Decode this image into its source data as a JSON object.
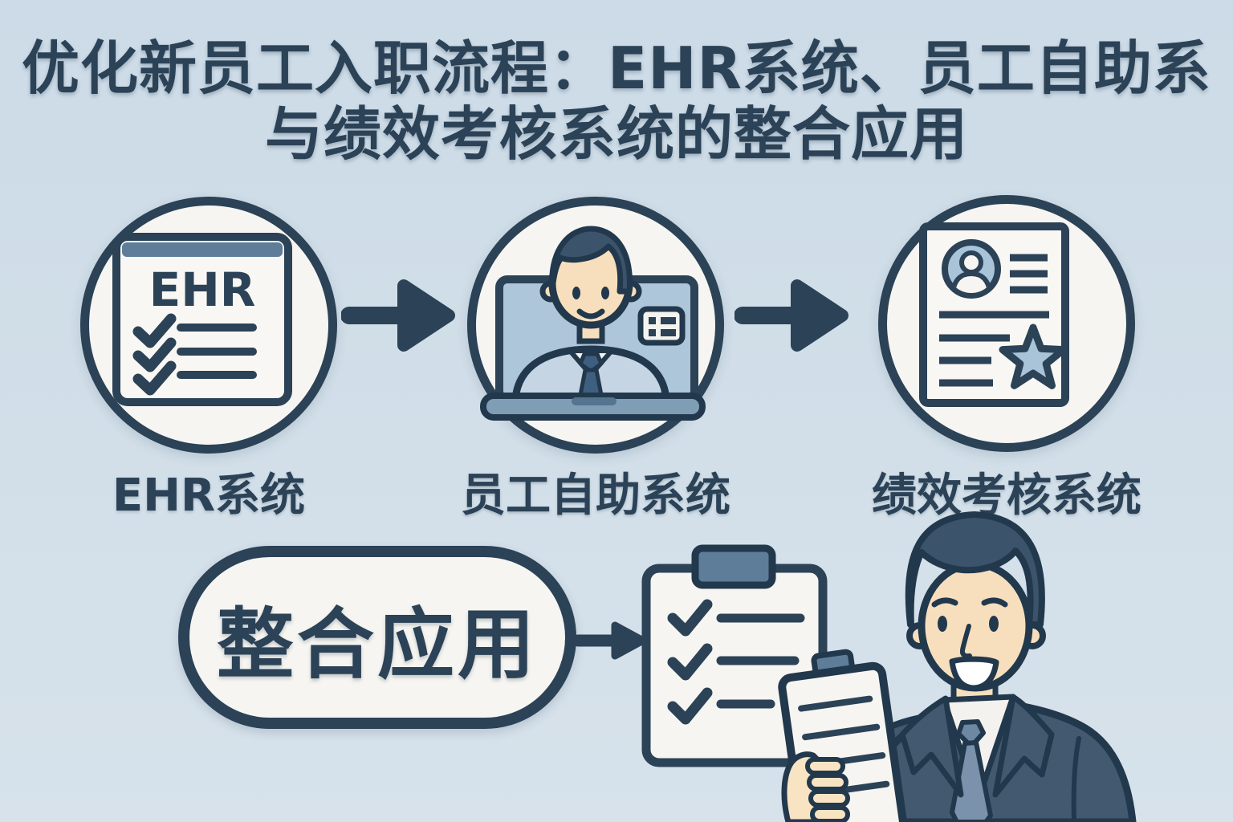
{
  "title": {
    "line1": "优化新员工入职流程：EHR系统、员工自助系",
    "line2": "与绩效考核系统的整合应用"
  },
  "flow": {
    "steps": [
      {
        "label": "EHR系统",
        "icon": "ehr-window-checklist-icon",
        "icon_text": "EHR"
      },
      {
        "label": "员工自助系统",
        "icon": "employee-laptop-icon"
      },
      {
        "label": "绩效考核系统",
        "icon": "appraisal-document-star-icon"
      }
    ],
    "connector_icon": "right-arrow-icon"
  },
  "integration": {
    "badge_label": "整合应用",
    "connector_icon": "right-arrow-icon",
    "result_icon": "checklist-clipboard-icon",
    "figure": "hr-manager-with-clipboard-illustration"
  },
  "colors": {
    "background": "#cfdde8",
    "ink_navy": "#2b4257",
    "outline_dark": "#22384c",
    "panel_offwhite": "#f6f5f1",
    "slate": "#5d7d99",
    "light_blue": "#a9c3d8",
    "laptop_screen": "#aec6da",
    "laptop_base": "#7f9db5",
    "shirt_light": "#c5d5e3",
    "skin": "#f7dfbe",
    "hair": "#3b536b",
    "suit": "#42596f",
    "tie": "#7b92ac"
  }
}
